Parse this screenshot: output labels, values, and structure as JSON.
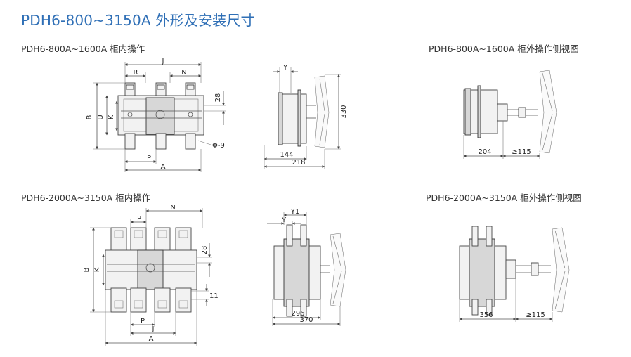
{
  "title": "PDH6-800~3150A 外形及安装尺寸",
  "sections": {
    "small_inside": "PDH6-800A~1600A 柜内操作",
    "small_outside": "PDH6-800A~1600A 柜外操作侧视图",
    "large_inside": "PDH6-2000A~3150A 柜内操作",
    "large_outside": "PDH6-2000A~3150A 柜外操作侧视图"
  },
  "dimensions": {
    "s_front": {
      "J": "J",
      "R": "R",
      "N": "N",
      "B": "B",
      "U": "U",
      "K": "K",
      "P": "P",
      "A": "A",
      "d28": "28",
      "hole": "Φ-9"
    },
    "s_side": {
      "Y": "Y",
      "h330": "330",
      "w144": "144",
      "w218": "218"
    },
    "s_out": {
      "w204": "204",
      "w115": "≥115"
    },
    "l_front": {
      "N": "N",
      "P": "P",
      "B": "B",
      "K": "K",
      "d28": "28",
      "d11": "11",
      "P2": "P",
      "J": "J",
      "A": "A"
    },
    "l_side": {
      "Y1": "Y1",
      "Y": "Y",
      "w296": "296",
      "w370": "370"
    },
    "l_out": {
      "w356": "356",
      "w115": "≥115"
    }
  }
}
